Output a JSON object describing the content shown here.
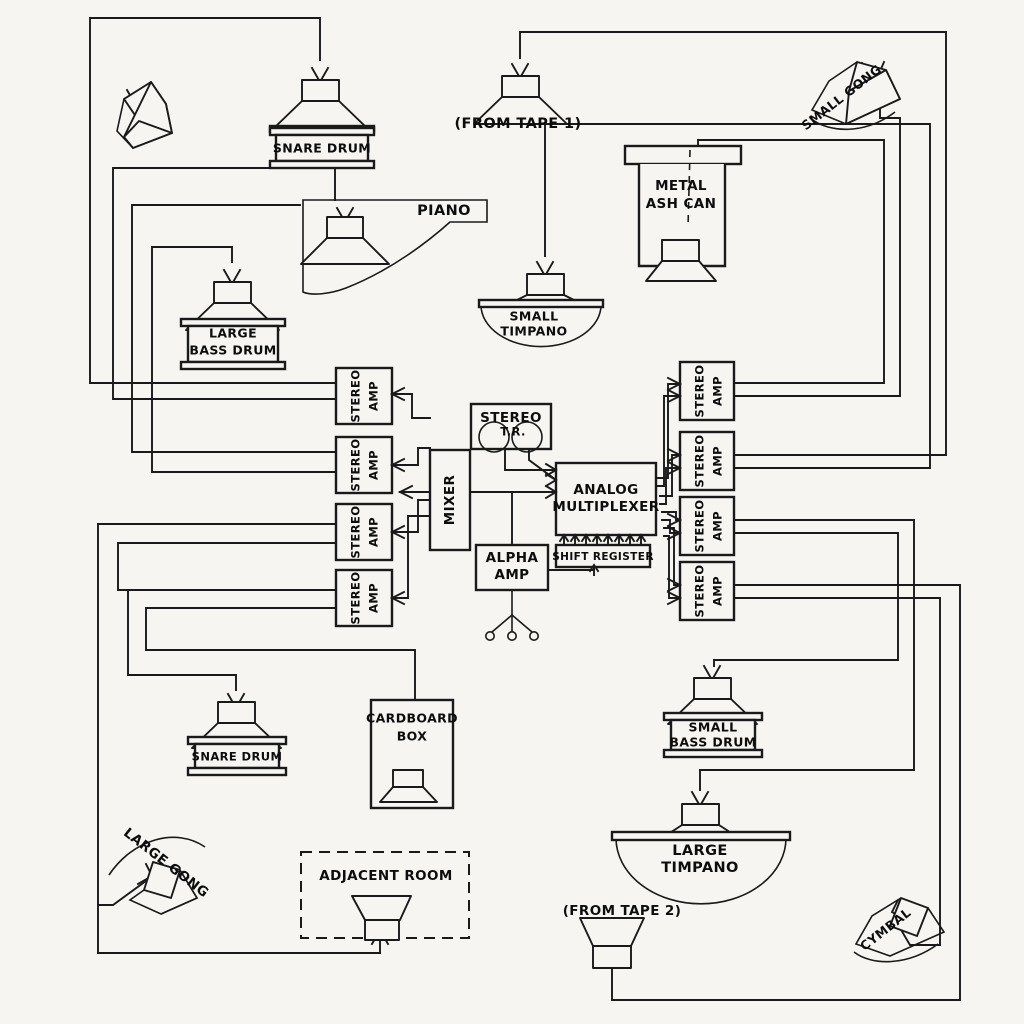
{
  "diagram": {
    "title": "Electronic music / resonating-object loudspeaker system",
    "style": "hand-drawn ink schematic",
    "background_color": "#f6f5f1",
    "ink_color": "#1a1a1a"
  },
  "electronics": {
    "mixer": {
      "label": "MIXER"
    },
    "stereo_tr": {
      "line1": "STEREO",
      "line2": "T.R."
    },
    "alpha_amp": {
      "line1": "ALPHA",
      "line2": "AMP",
      "electrode_count": 3
    },
    "analog_multiplexer": {
      "line1": "ANALOG",
      "line2": "MULTIPLEXER"
    },
    "shift_register": {
      "label": "SHIFT REGISTER",
      "control_arrow_count": 8
    },
    "stereo_amps_left": [
      {
        "line1": "STEREO",
        "line2": "AMP"
      },
      {
        "line1": "STEREO",
        "line2": "AMP"
      },
      {
        "line1": "STEREO",
        "line2": "AMP"
      },
      {
        "line1": "STEREO",
        "line2": "AMP"
      }
    ],
    "stereo_amps_right": [
      {
        "line1": "STEREO",
        "line2": "AMP"
      },
      {
        "line1": "STEREO",
        "line2": "AMP"
      },
      {
        "line1": "STEREO",
        "line2": "AMP"
      },
      {
        "line1": "STEREO",
        "line2": "AMP"
      }
    ]
  },
  "resonators": {
    "snare_drum_top": {
      "label": "SNARE DRUM"
    },
    "snare_drum_bottom": {
      "label": "SNARE DRUM"
    },
    "large_bass_drum": {
      "line1": "LARGE",
      "line2": "BASS DRUM"
    },
    "small_bass_drum": {
      "line1": "SMALL",
      "line2": "BASS DRUM"
    },
    "small_timpano": {
      "line1": "SMALL",
      "line2": "TIMPANO"
    },
    "large_timpano": {
      "line1": "LARGE",
      "line2": "TIMPANO"
    },
    "piano": {
      "label": "PIANO"
    },
    "metal_ash_can": {
      "line1": "METAL",
      "line2": "ASH CAN"
    },
    "cardboard_box": {
      "line1": "CARDBOARD",
      "line2": "BOX"
    },
    "small_gong": {
      "label": "SMALL GONG"
    },
    "large_gong": {
      "label": "LARGE GONG"
    },
    "cymbal": {
      "label": "CYMBAL"
    },
    "adjacent_room": {
      "label": "ADJACENT ROOM"
    }
  },
  "sources": {
    "from_tape_1": {
      "label": "(FROM TAPE 1)"
    },
    "from_tape_2": {
      "label": "(FROM TAPE 2)"
    }
  },
  "bare_speakers": {
    "top_left_unlabeled": {
      "label": ""
    }
  }
}
